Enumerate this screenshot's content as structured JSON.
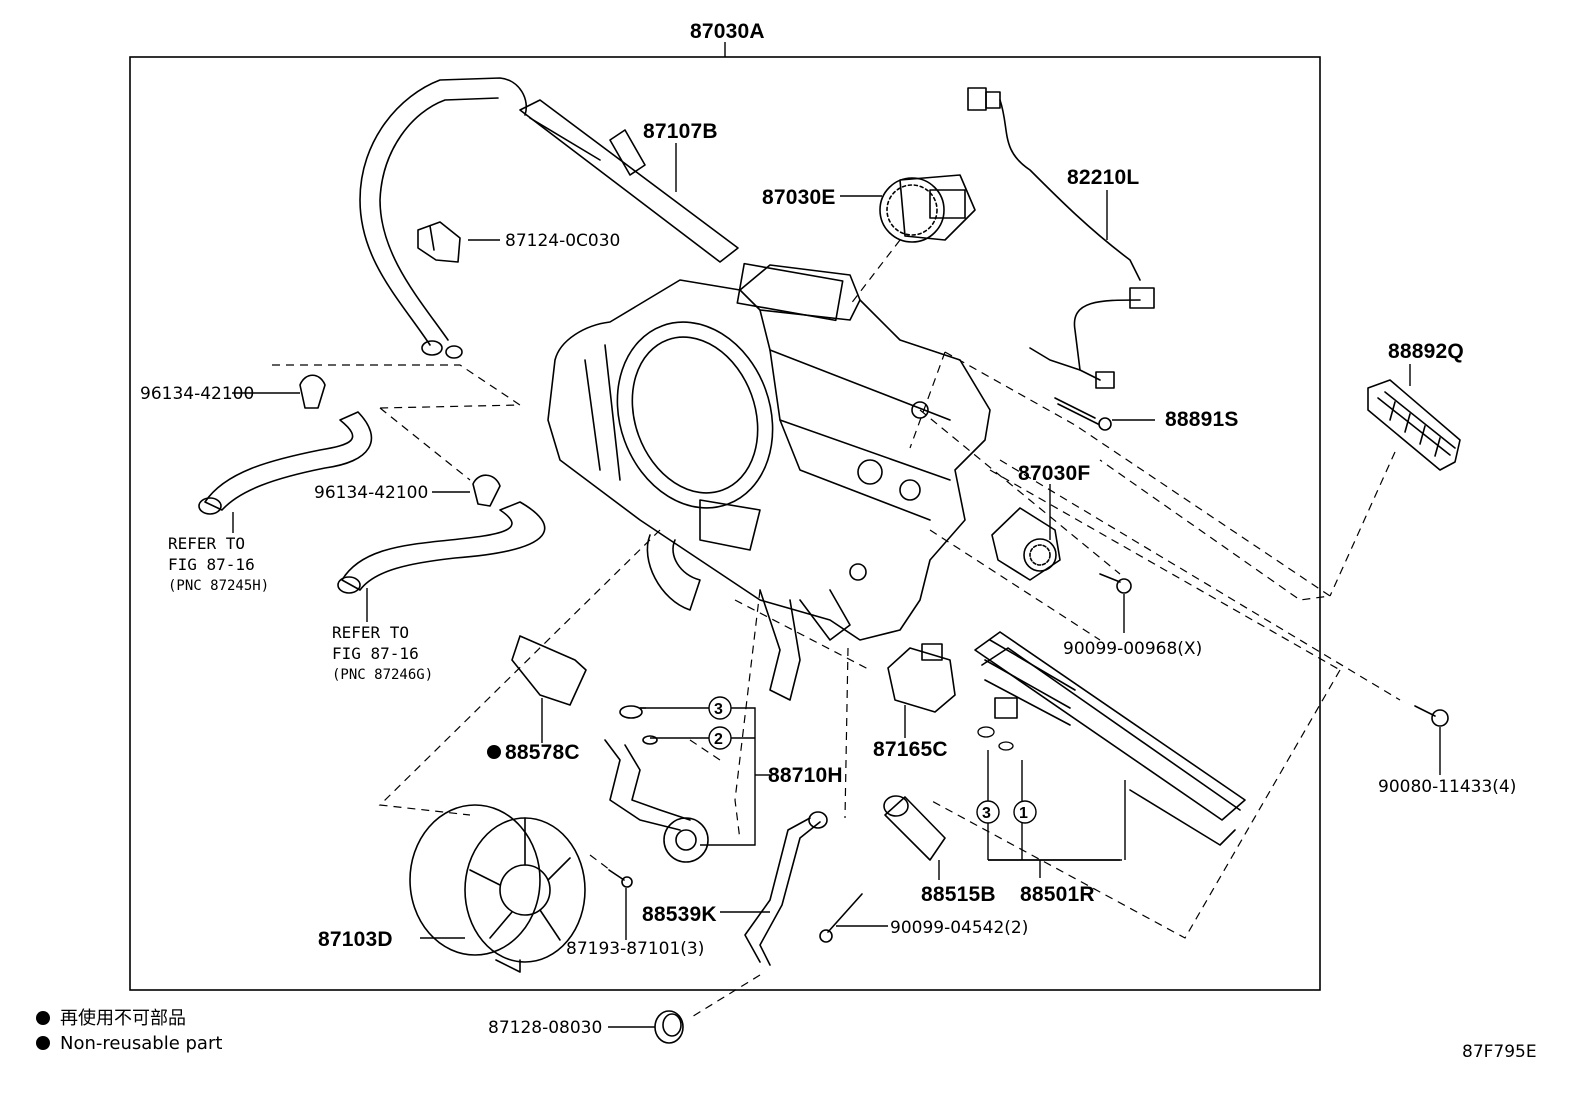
{
  "assembly_label": "87030A",
  "parts": {
    "p87107B": "87107B",
    "p87124": "87124-0C030",
    "p87030E": "87030E",
    "p82210L": "82210L",
    "p96134a": "96134-42100",
    "p96134b": "96134-42100",
    "p88892Q": "88892Q",
    "p88891S": "88891S",
    "p87030F": "87030F",
    "p90099x": "90099-00968(X)",
    "p88578C": "88578C",
    "p88710H": "88710H",
    "p87165C": "87165C",
    "p90080": "90080-11433(4)",
    "p88515B": "88515B",
    "p88501R": "88501R",
    "p88539K": "88539K",
    "p90099b": "90099-04542(2)",
    "p87103D": "87103D",
    "p87193": "87193-87101(3)",
    "p87128": "87128-08030"
  },
  "refer_a": {
    "line1": "REFER TO",
    "line2": "FIG 87-16",
    "line3": "(PNC 87245H)"
  },
  "refer_b": {
    "line1": "REFER TO",
    "line2": "FIG 87-16",
    "line3": "(PNC 87246G)"
  },
  "circled": {
    "c3a": "3",
    "c2a": "2",
    "c3b": "3",
    "c1b": "1"
  },
  "legend": {
    "jp": "再使用不可部品",
    "en": "Non-reusable part"
  },
  "figure_code": "87F795E"
}
